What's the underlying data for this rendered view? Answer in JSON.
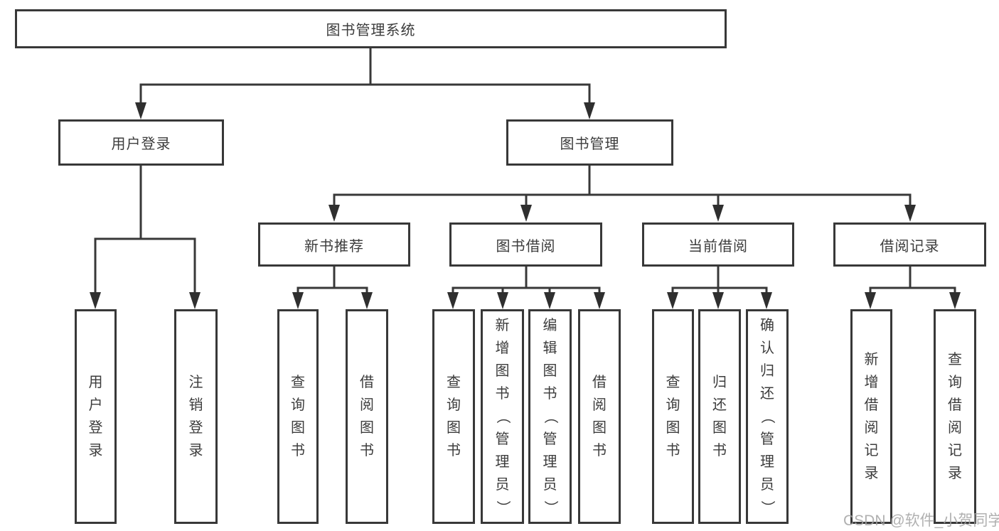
{
  "diagram_title": "图书管理系统",
  "nodes": {
    "root": {
      "label": "图书管理系统"
    },
    "level1": [
      {
        "label": "用户登录"
      },
      {
        "label": "图书管理"
      }
    ],
    "level2": [
      {
        "label": "新书推荐"
      },
      {
        "label": "图书借阅"
      },
      {
        "label": "当前借阅"
      },
      {
        "label": "借阅记录"
      }
    ],
    "leaves": [
      {
        "label": "用户登录",
        "parent": "用户登录"
      },
      {
        "label": "注销登录",
        "parent": "用户登录"
      },
      {
        "label": "查询图书",
        "parent": "新书推荐"
      },
      {
        "label": "借阅图书",
        "parent": "新书推荐"
      },
      {
        "label": "查询图书",
        "parent": "图书借阅"
      },
      {
        "label": "新增图书（管理员）",
        "parent": "图书借阅"
      },
      {
        "label": "编辑图书（管理员）",
        "parent": "图书借阅"
      },
      {
        "label": "借阅图书",
        "parent": "图书借阅"
      },
      {
        "label": "查询图书",
        "parent": "当前借阅"
      },
      {
        "label": "归还图书",
        "parent": "当前借阅"
      },
      {
        "label": "确认归还（管理员）",
        "parent": "当前借阅"
      },
      {
        "label": "新增借阅记录",
        "parent": "借阅记录"
      },
      {
        "label": "查询借阅记录",
        "parent": "借阅记录"
      }
    ]
  },
  "watermark": "CSDN @软件_小贺同学",
  "colors": {
    "line": "#383838",
    "text": "#3c3c3c",
    "box_fill": "#ffffff",
    "watermark": "#a3a3a3",
    "background": "#ffffff"
  }
}
